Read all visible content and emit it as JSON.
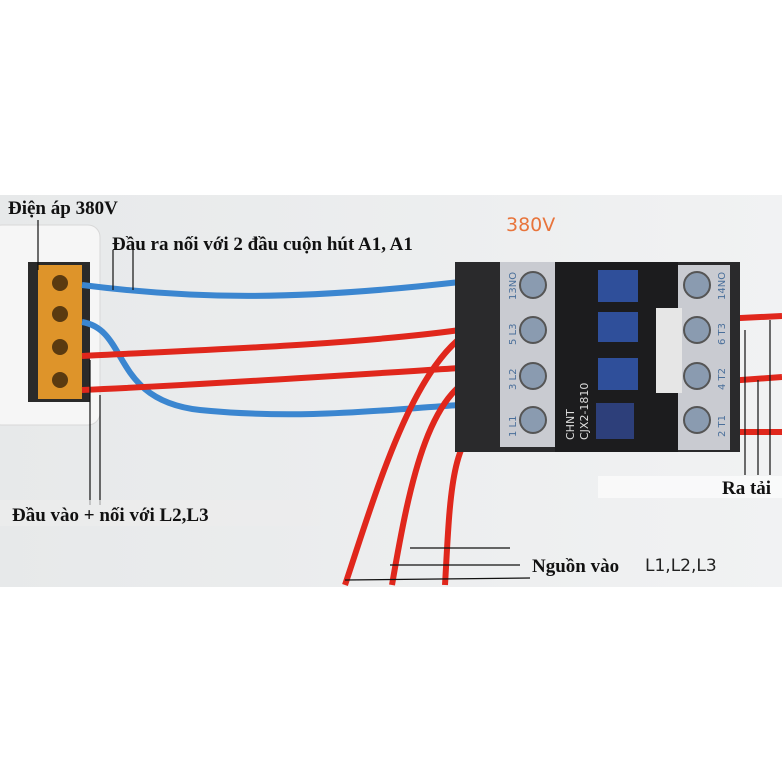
{
  "labels": {
    "voltage_input": "Điện áp 380V",
    "output_coil": "Đầu ra nối với 2 đầu cuộn hút A1, A1",
    "voltage_badge": "380V",
    "input_connect": "Đầu vào + nối với L2,L3",
    "load_out": "Ra tải",
    "power_in": "Nguồn vào",
    "power_lines": "L1,L2,L3"
  },
  "contactor": {
    "brand": "CHNT",
    "model": "CJX2-1810",
    "left_terminals": [
      "13NO",
      "5 L3",
      "3 L2",
      "1 L1"
    ],
    "right_terminals": [
      "14NO",
      "6 T3",
      "4 T2",
      "2 T1"
    ]
  },
  "colors": {
    "wire_red": "#e0271c",
    "wire_blue": "#3b86d0",
    "terminal_block": "#e89a2a",
    "contactor_body": "#1c1c1e",
    "contactor_button": "#2f4f9a"
  }
}
